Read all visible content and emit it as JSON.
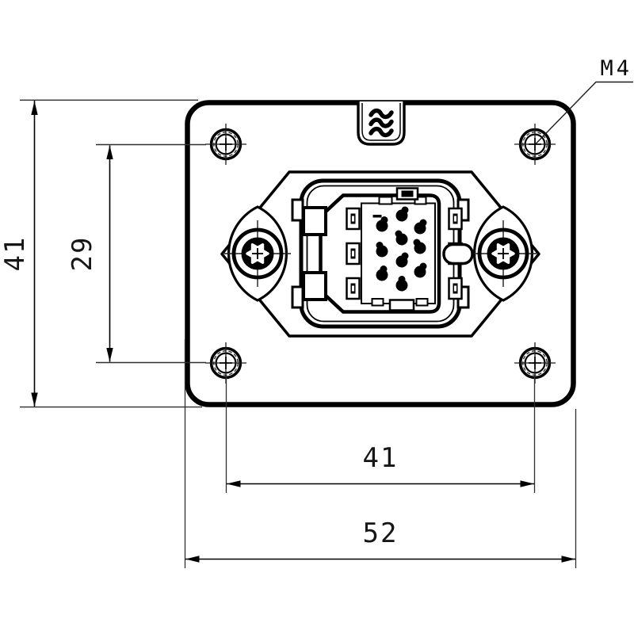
{
  "drawing": {
    "background_color": "#ffffff",
    "line_color": "#000000",
    "thin_line_color": "#2e2e2e",
    "dimensions": {
      "overall_height": "41",
      "hole_spacing_vertical": "29",
      "hole_spacing_horizontal": "41",
      "overall_width": "52"
    },
    "callouts": {
      "mounting_hole_thread": "M4"
    },
    "icons": {
      "logo": "manufacturer-logo",
      "screws": "torx-screw-icon",
      "holes": "mounting-hole-crosshair-icon"
    }
  }
}
